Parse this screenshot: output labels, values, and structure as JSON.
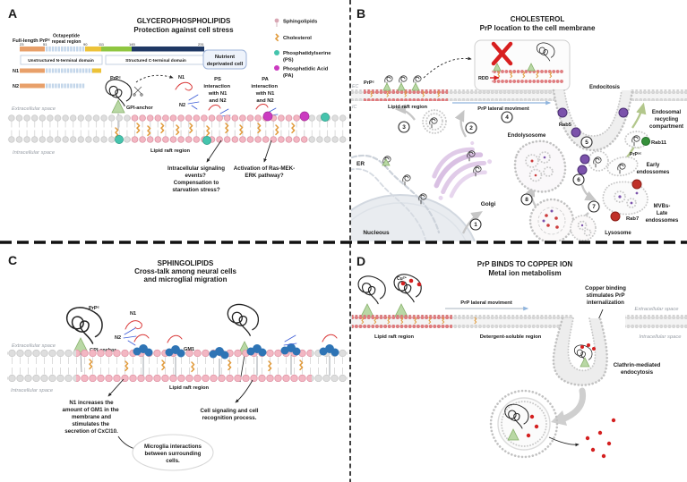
{
  "colors": {
    "sphingolipid": "#d9a7b4",
    "cholesterol": "#e19b3c",
    "ps_teal": "#45c4ad",
    "pa_magenta": "#cb3ac0",
    "gm1_blue": "#2e74b5",
    "gpi_green": "#b9d8a5",
    "rab5_purple": "#7b52ab",
    "rab11_green": "#35903a",
    "rab7_red": "#c03028",
    "copper_red": "#d42020",
    "raft_pink": "#f3b7c3",
    "membrane_gray": "#dedede",
    "navy": "#1f3864"
  },
  "a": {
    "label": "A",
    "title1": "GLYCEROPHOSPHOLIPIDS",
    "title2": "Protection against cell stress",
    "full_length": "Full-length PrP",
    "sup_c": "c",
    "oct1": "Octapeptide",
    "oct2": "repeat region",
    "res": [
      "23",
      "51",
      "90",
      "111",
      "145",
      "231"
    ],
    "unstructured": "Unstructured N-terminal domain",
    "structured": "Structured C-terminal domain",
    "n1": "N1",
    "n2": "N2",
    "leg_sphingo": "Sphingolipids",
    "leg_chol": "Cholesterol",
    "leg_ps1": "Phosphatidylserine",
    "leg_ps2": "(PS)",
    "leg_pa1": "Phosphatidic Acid",
    "leg_pa2": "(PA)",
    "nut1": "Nutrient",
    "nut2": "deprivated cell",
    "prp": "PrP",
    "ps_int": [
      "PS",
      "interaction",
      "with N1",
      "and N2"
    ],
    "pa_int": [
      "PA",
      "interaction",
      "with N1",
      "and N2"
    ],
    "extracellular": "Extracellular space",
    "intracellular": "Intracellular space",
    "gpi": "GPI-anchor",
    "raft": "Lipid raft region",
    "q1": [
      "Intracellular signaling",
      "events?",
      "Compensation to",
      "starvation stress?"
    ],
    "q2": [
      "Activation of Ras-MEK-",
      "ERK pathway?"
    ]
  },
  "b": {
    "label": "B",
    "title1": "CHOLESTEROL",
    "title2": "PrP location to the cell membrane",
    "rdd": "RDD",
    "prp": "PrP",
    "sup_c": "c",
    "sup_sc": "sc",
    "ec": "EC",
    "ic": "IC",
    "raft": "Lipid raft region",
    "lateral": "PrP lateral moviment",
    "endocytosis": "Endocitosis",
    "recycling": [
      "Endosomal",
      "recycling",
      "compartment"
    ],
    "rab5": "Rab5",
    "rab11": "Rab11",
    "rab7": "Rab7",
    "early": [
      "Early",
      "endossomes"
    ],
    "mvbs": [
      "MVBs-",
      "Late",
      "endossomes"
    ],
    "lysosome": "Lysosome",
    "endolysosome": "Endolysosome",
    "nucleus": "Nucleous",
    "er": "ER",
    "golgi": "Golgi",
    "steps": [
      "1",
      "2",
      "3",
      "4",
      "5",
      "6",
      "7",
      "8"
    ]
  },
  "c": {
    "label": "C",
    "title1": "SPHINGOLIPIDS",
    "title2": "Cross-talk among neural cells",
    "title3": "and microglial migration",
    "prp": "PrP",
    "sup_c": "c",
    "n1": "N1",
    "n2": "N2",
    "extracellular": "Extracellular space",
    "intracellular": "Intracellular space",
    "gpi": "GPI-anchor",
    "gm1": "GM1",
    "raft": "Lipid raft region",
    "txt1": [
      "N1 increases the",
      "amount of GM1 in the",
      "membrane and",
      "stimulates the",
      "secretion of CxCl10."
    ],
    "txt2": [
      "Cell signaling and cell",
      "recognition process."
    ],
    "oval": [
      "Microglia interactions",
      "between surrounding",
      "cells."
    ]
  },
  "d": {
    "label": "D",
    "title1": "PrP BINDS TO COPPER ION",
    "title2": "Metal ion metabolism",
    "cu": "Cu",
    "cu_sup": "2+",
    "lateral": "PrP lateral moviment",
    "raft": "Lipid raft region",
    "detergent": "Detergent-soluble region",
    "copper": [
      "Copper binding",
      "stimulates PrP",
      "internalization"
    ],
    "extracellular": "Extracellular space",
    "intracellular": "Intracellular space",
    "clathrin": [
      "Clathrin-mediated",
      "endocytosis"
    ]
  }
}
